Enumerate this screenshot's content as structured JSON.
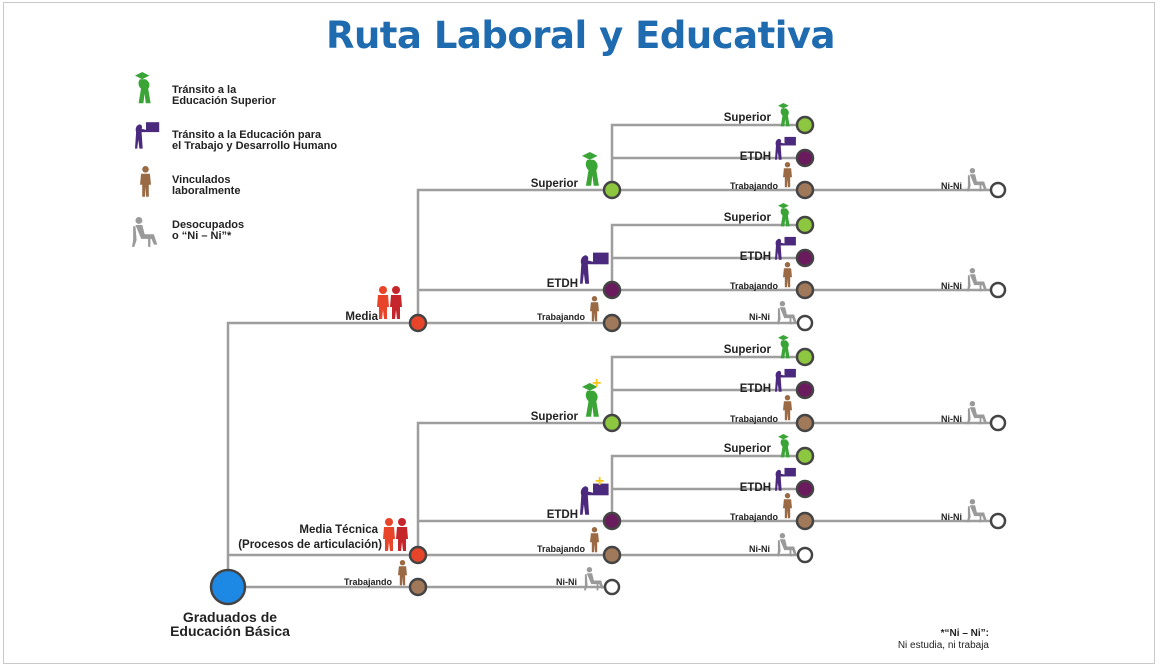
{
  "title": "Ruta Laboral y Educativa",
  "legend": [
    {
      "icon": "graduate-icon",
      "color": "#3aa536",
      "line1": "Tránsito a la",
      "line2": "Educación Superior"
    },
    {
      "icon": "teacher-icon",
      "color": "#4b2a7d",
      "line1": "Tránsito a la Educación para",
      "line2": "el Trabajo y Desarrollo Humano"
    },
    {
      "icon": "worker-icon",
      "color": "#9a6a45",
      "line1": "Vinculados",
      "line2": "laboralmente"
    },
    {
      "icon": "sitting-person-icon",
      "color": "#9a9a9a",
      "line1": "Desocupados",
      "line2": "o “Ni – Ni”*"
    }
  ],
  "root_label_line1": "Graduados de",
  "root_label_line2": "Educación Básica",
  "labels": {
    "media": "Media",
    "media_tecnica_line1": "Media Técnica",
    "media_tecnica_line2": "(Procesos de articulación)",
    "superior": "Superior",
    "etdh": "ETDH",
    "trabajando": "Trabajando",
    "nini": "Ni-Ni"
  },
  "footnote_line1": "*“Ni – Ni”:",
  "footnote_line2": "Ni estudia, ni trabaja",
  "colors": {
    "title": "#1f6bb0",
    "superior": "#8dc63f",
    "etdh": "#6a1b5e",
    "trabajando": "#a0785a",
    "nini": "#ffffff",
    "media": "#e8442a",
    "root": "#1e88e5",
    "line": "#9e9e9e",
    "plus": "#f5c518"
  }
}
